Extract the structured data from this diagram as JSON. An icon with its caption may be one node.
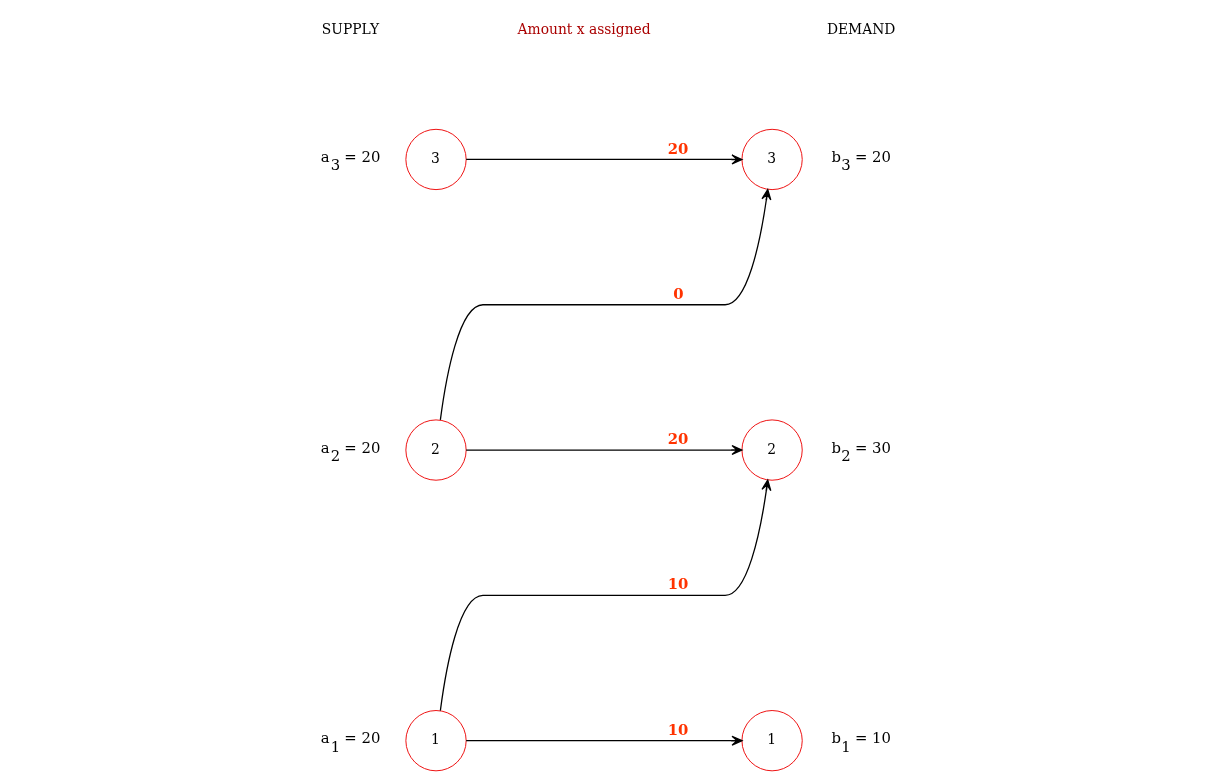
{
  "diagram": {
    "nodes": [
      {
        "text": [
          "1"
        ],
        "beside": [
          "a$_{1}$ = 20"
        ]
      },
      {
        "text": [
          "2"
        ],
        "beside": [
          "a$_{2}$ = 20"
        ]
      },
      {
        "text": [
          "3"
        ],
        "beside": [
          "a$_{3}$ = 20"
        ]
      },
      {
        "text": [
          "1"
        ],
        "beside": [
          "b$_{1}$ = 10"
        ]
      },
      {
        "text": [
          "2"
        ],
        "beside": [
          "b$_{2}$ = 30"
        ]
      },
      {
        "text": [
          "3"
        ],
        "beside": [
          "b$_{3}$ = 20"
        ]
      }
    ],
    "edges": [
      {
        "from": 0,
        "to": 3,
        "arrow": "to",
        "label": "10"
      },
      {
        "from": 0,
        "to": 4,
        "arrow": "to",
        "label": "10"
      },
      {
        "from": 1,
        "to": 4,
        "arrow": "to",
        "label": "20"
      },
      {
        "from": 1,
        "to": 5,
        "arrow": "to",
        "label": "0"
      },
      {
        "from": 2,
        "to": 5,
        "arrow": "to",
        "label": "20"
      }
    ],
    "labels": [
      "SUPPLY",
      "DEMAND",
      "Amount x assigned"
    ]
  }
}
